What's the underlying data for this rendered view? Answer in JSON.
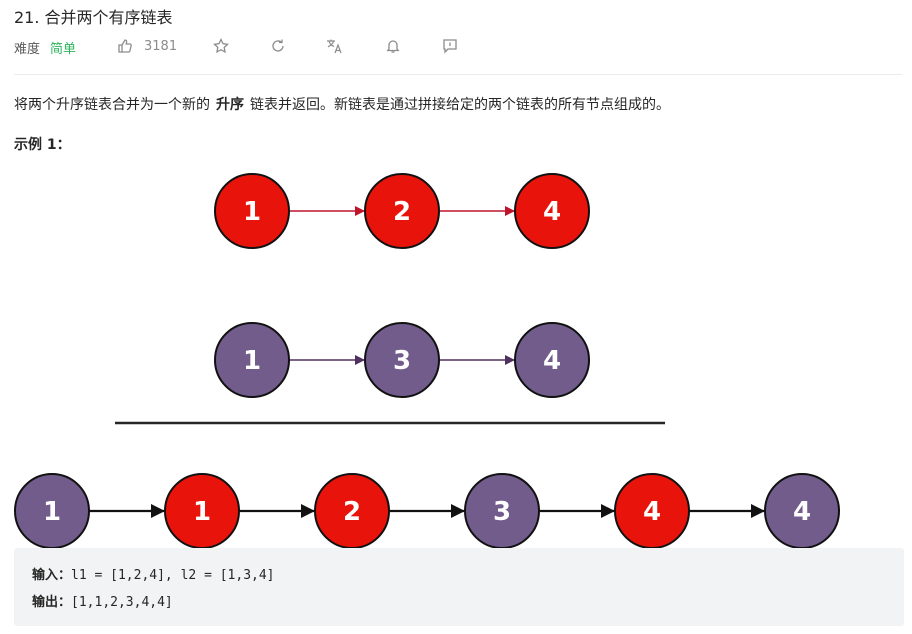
{
  "problem": {
    "title": "21. 合并两个有序链表",
    "difficulty_label": "难度",
    "difficulty": "简单",
    "likes": "3181"
  },
  "toolbar": {
    "icons": [
      "thumbs-up-icon",
      "star-icon",
      "share-icon",
      "translate-icon",
      "bell-icon",
      "feedback-icon"
    ]
  },
  "description": {
    "part1": "将两个升序链表合并为一个新的",
    "bold": "升序",
    "part2": "链表并返回。新链表是通过拼接给定的两个链表的所有节点组成的。"
  },
  "example": {
    "title": "示例 1：",
    "input_label": "输入：",
    "input_value": "l1 = [1,2,4], l2 = [1,3,4]",
    "output_label": "输出：",
    "output_value": "[1,1,2,3,4,4]"
  },
  "diagram": {
    "colors": {
      "red": "#e8140c",
      "purple": "#715c8c",
      "red_arrow": "#c0142a",
      "purple_arrow": "#50305f",
      "black": "#111111"
    },
    "list1": [
      {
        "label": "1",
        "color": "red"
      },
      {
        "label": "2",
        "color": "red"
      },
      {
        "label": "4",
        "color": "red"
      }
    ],
    "list2": [
      {
        "label": "1",
        "color": "purple"
      },
      {
        "label": "3",
        "color": "purple"
      },
      {
        "label": "4",
        "color": "purple"
      }
    ],
    "merged": [
      {
        "label": "1",
        "color": "purple"
      },
      {
        "label": "1",
        "color": "red"
      },
      {
        "label": "2",
        "color": "red"
      },
      {
        "label": "3",
        "color": "purple"
      },
      {
        "label": "4",
        "color": "red"
      },
      {
        "label": "4",
        "color": "purple"
      }
    ]
  }
}
